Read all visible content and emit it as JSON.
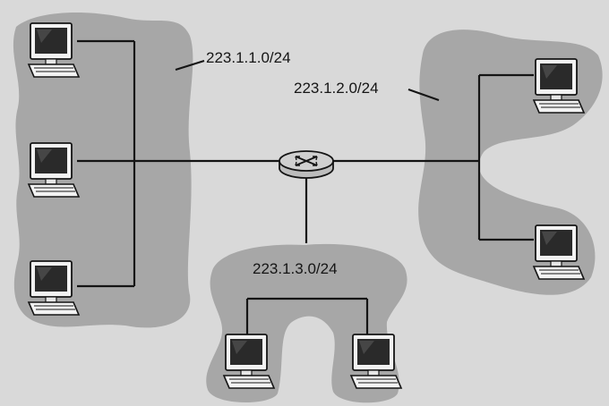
{
  "subnets": [
    {
      "id": "subnet-1",
      "label": "223.1.1.0/24",
      "hosts": 3
    },
    {
      "id": "subnet-2",
      "label": "223.1.2.0/24",
      "hosts": 2
    },
    {
      "id": "subnet-3",
      "label": "223.1.3.0/24",
      "hosts": 2
    }
  ],
  "router": {
    "icon": "router-icon"
  },
  "colors": {
    "background": "#d9d9d9",
    "subnet_blob": "#a7a7a7",
    "line": "#151515",
    "router_fill": "#c8c8c8",
    "monitor_screen": "#2a2a2a"
  }
}
